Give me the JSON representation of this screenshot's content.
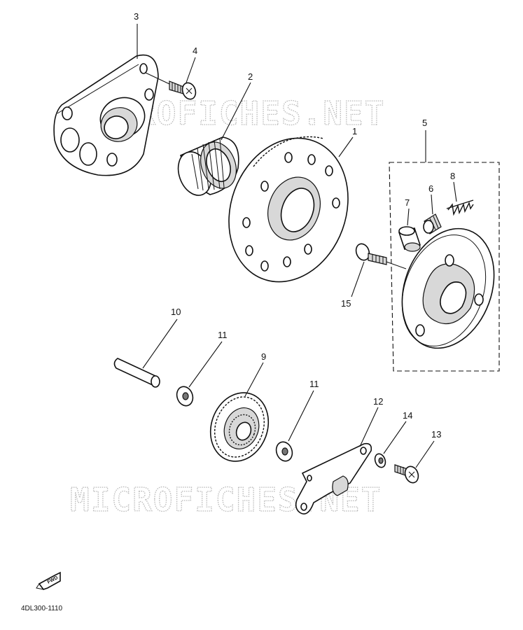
{
  "watermark": {
    "text": "MICROFICHES.NET"
  },
  "diagram_code": "4DL300-1110",
  "fwd_label": "FWD",
  "callouts": {
    "c1": "1",
    "c2": "2",
    "c3": "3",
    "c4": "4",
    "c5": "5",
    "c6": "6",
    "c7": "7",
    "c8": "8",
    "c9": "9",
    "c10": "10",
    "c11a": "11",
    "c11b": "11",
    "c12": "12",
    "c13": "13",
    "c14": "14",
    "c15": "15"
  }
}
